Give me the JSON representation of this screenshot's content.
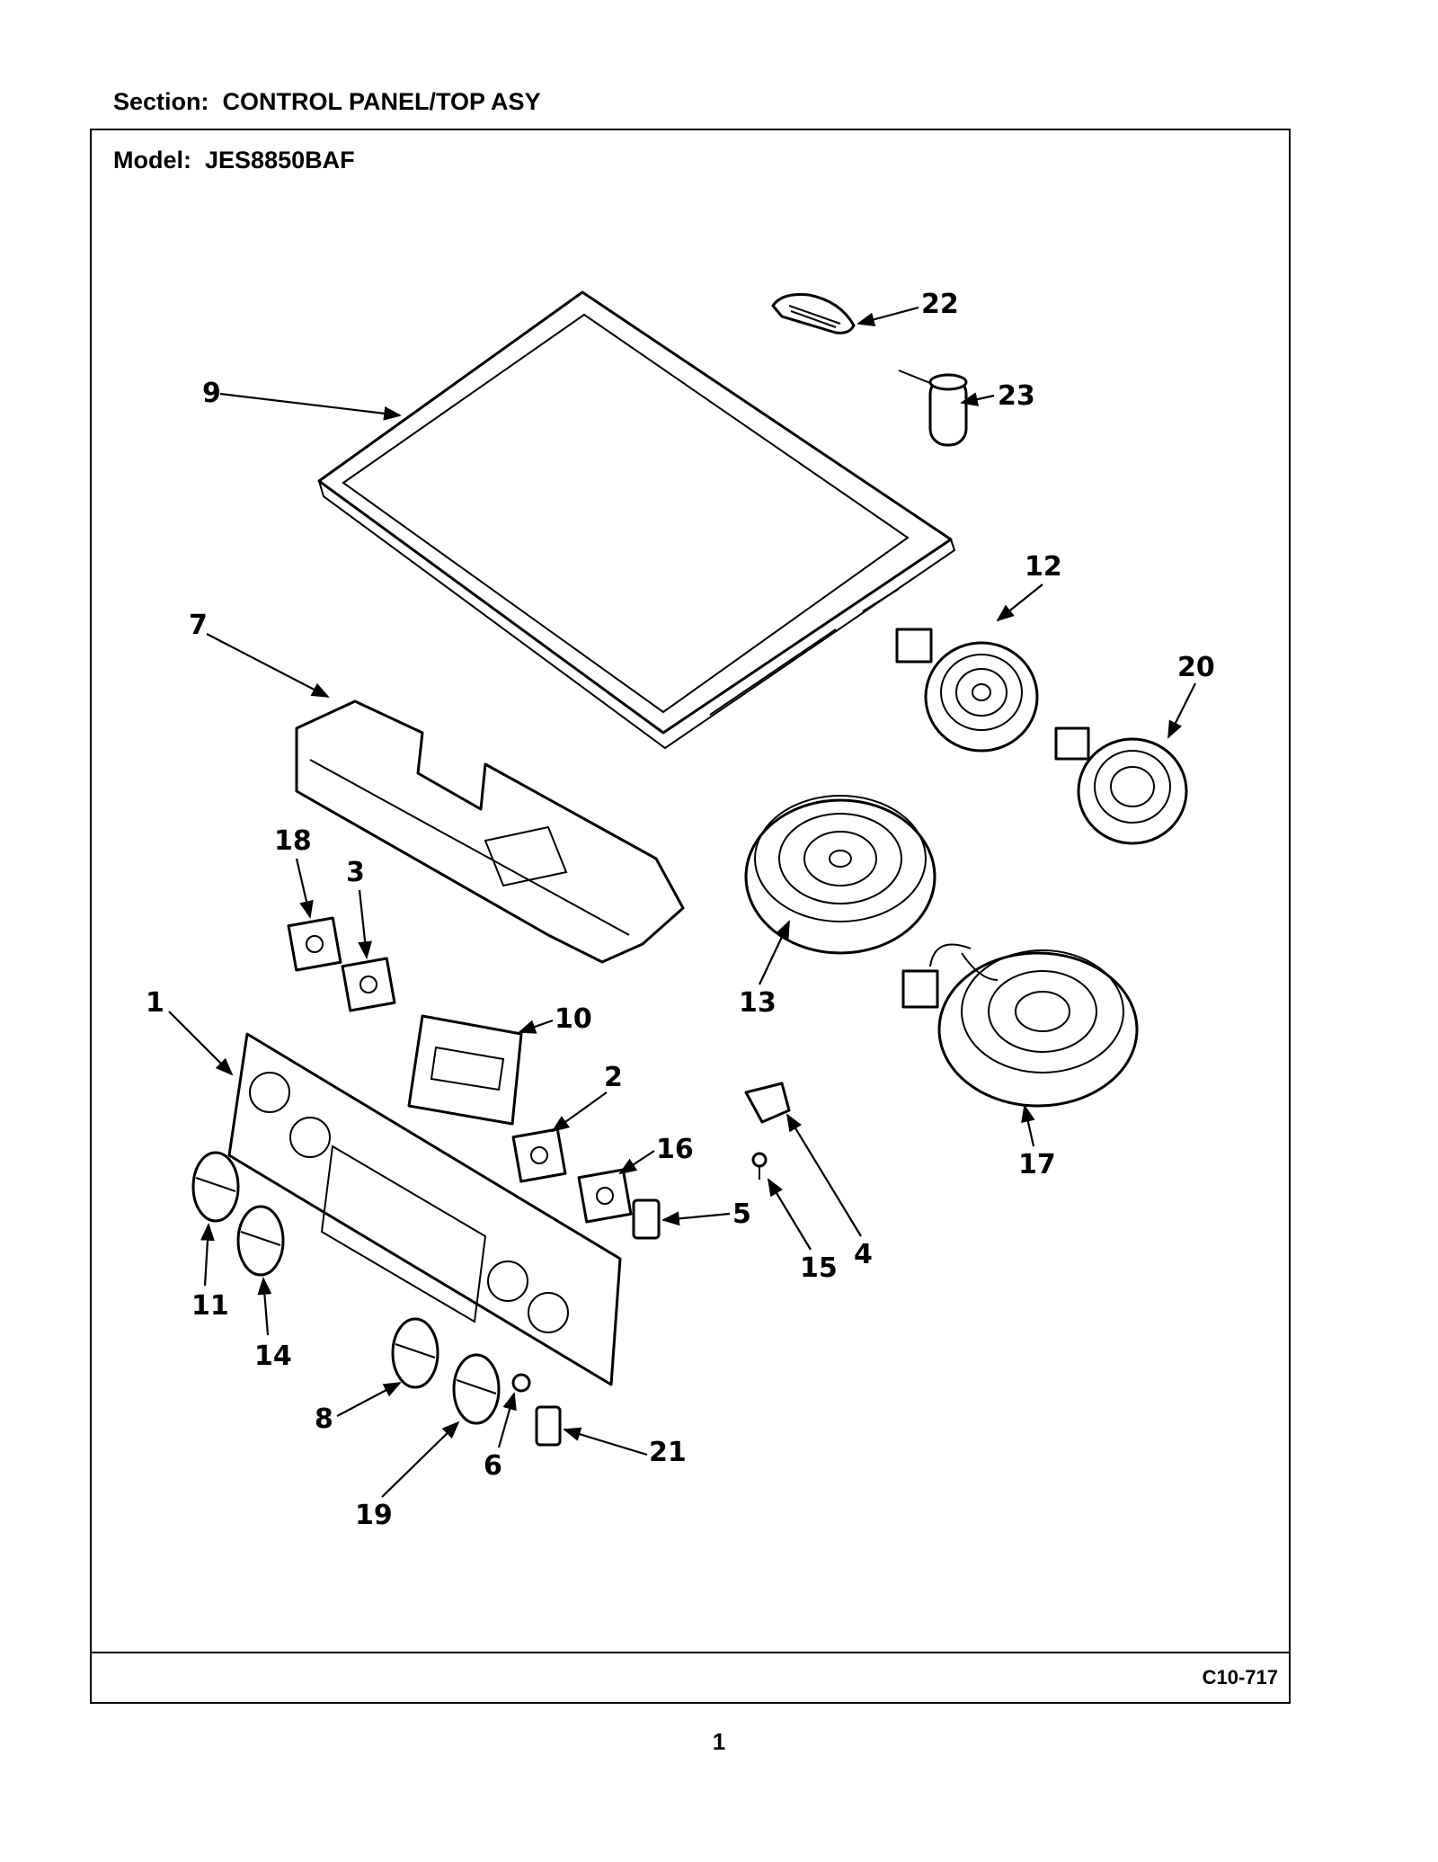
{
  "header": {
    "section_label": "Section:",
    "section_value": "CONTROL PANEL/TOP ASY"
  },
  "frame": {
    "model_label": "Model:",
    "model_value": "JES8850BAF",
    "drawing_code": "C10-717"
  },
  "page_number": "1",
  "callouts": [
    "1",
    "2",
    "3",
    "4",
    "5",
    "6",
    "7",
    "8",
    "9",
    "10",
    "11",
    "12",
    "13",
    "14",
    "15",
    "16",
    "17",
    "18",
    "19",
    "20",
    "21",
    "22",
    "23"
  ]
}
